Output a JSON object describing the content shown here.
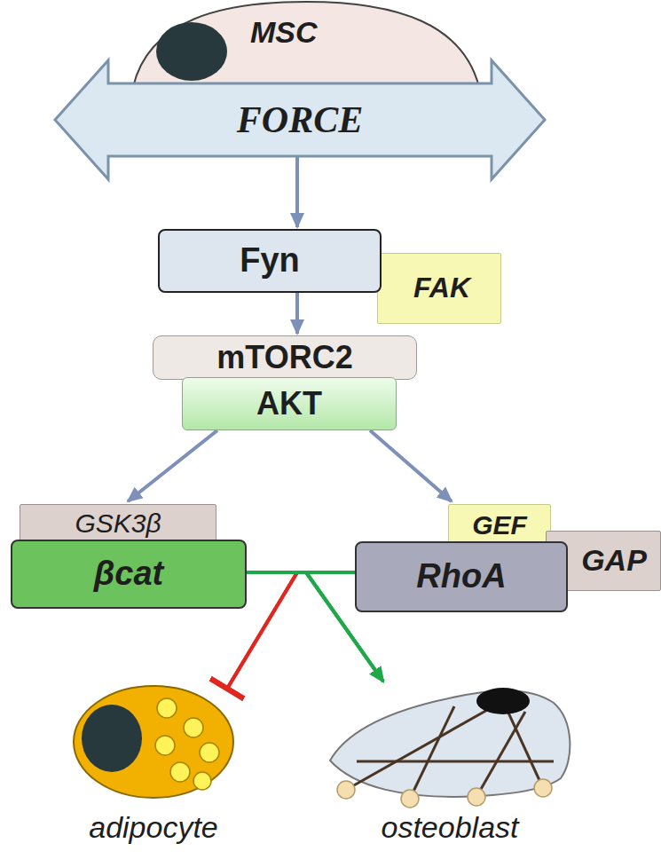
{
  "diagram": {
    "nodes": [
      {
        "text": [
          "MSC"
        ]
      },
      {
        "text": [
          "FORCE"
        ]
      },
      {
        "text": [
          "Fyn"
        ]
      },
      {
        "text": [
          "FAK"
        ]
      },
      {
        "text": [
          "mTORC2"
        ]
      },
      {
        "text": [
          "AKT"
        ]
      },
      {
        "text": [
          "GSK3β"
        ]
      },
      {
        "text": [
          "βcat"
        ]
      },
      {
        "text": [
          "GEF"
        ]
      },
      {
        "text": [
          "RhoA"
        ]
      },
      {
        "text": [
          "GAP"
        ]
      },
      {
        "text": [
          "adipocyte"
        ]
      },
      {
        "text": [
          "osteoblast"
        ]
      }
    ],
    "edges": [
      {
        "from": 1,
        "to": 2,
        "arrow": "to"
      },
      {
        "from": 2,
        "to": 4,
        "arrow": "to"
      },
      {
        "from": 5,
        "to": 6,
        "arrow": "to"
      },
      {
        "from": 5,
        "to": 8,
        "arrow": "to"
      },
      {
        "from": 7,
        "to": 9,
        "arrow": "none"
      },
      {
        "from": 7,
        "to": 11,
        "arrow": "to"
      },
      {
        "from": 9,
        "to": 11,
        "arrow": "to"
      },
      {
        "from": 7,
        "to": 12,
        "arrow": "to"
      },
      {
        "from": 9,
        "to": 12,
        "arrow": "to"
      }
    ]
  }
}
